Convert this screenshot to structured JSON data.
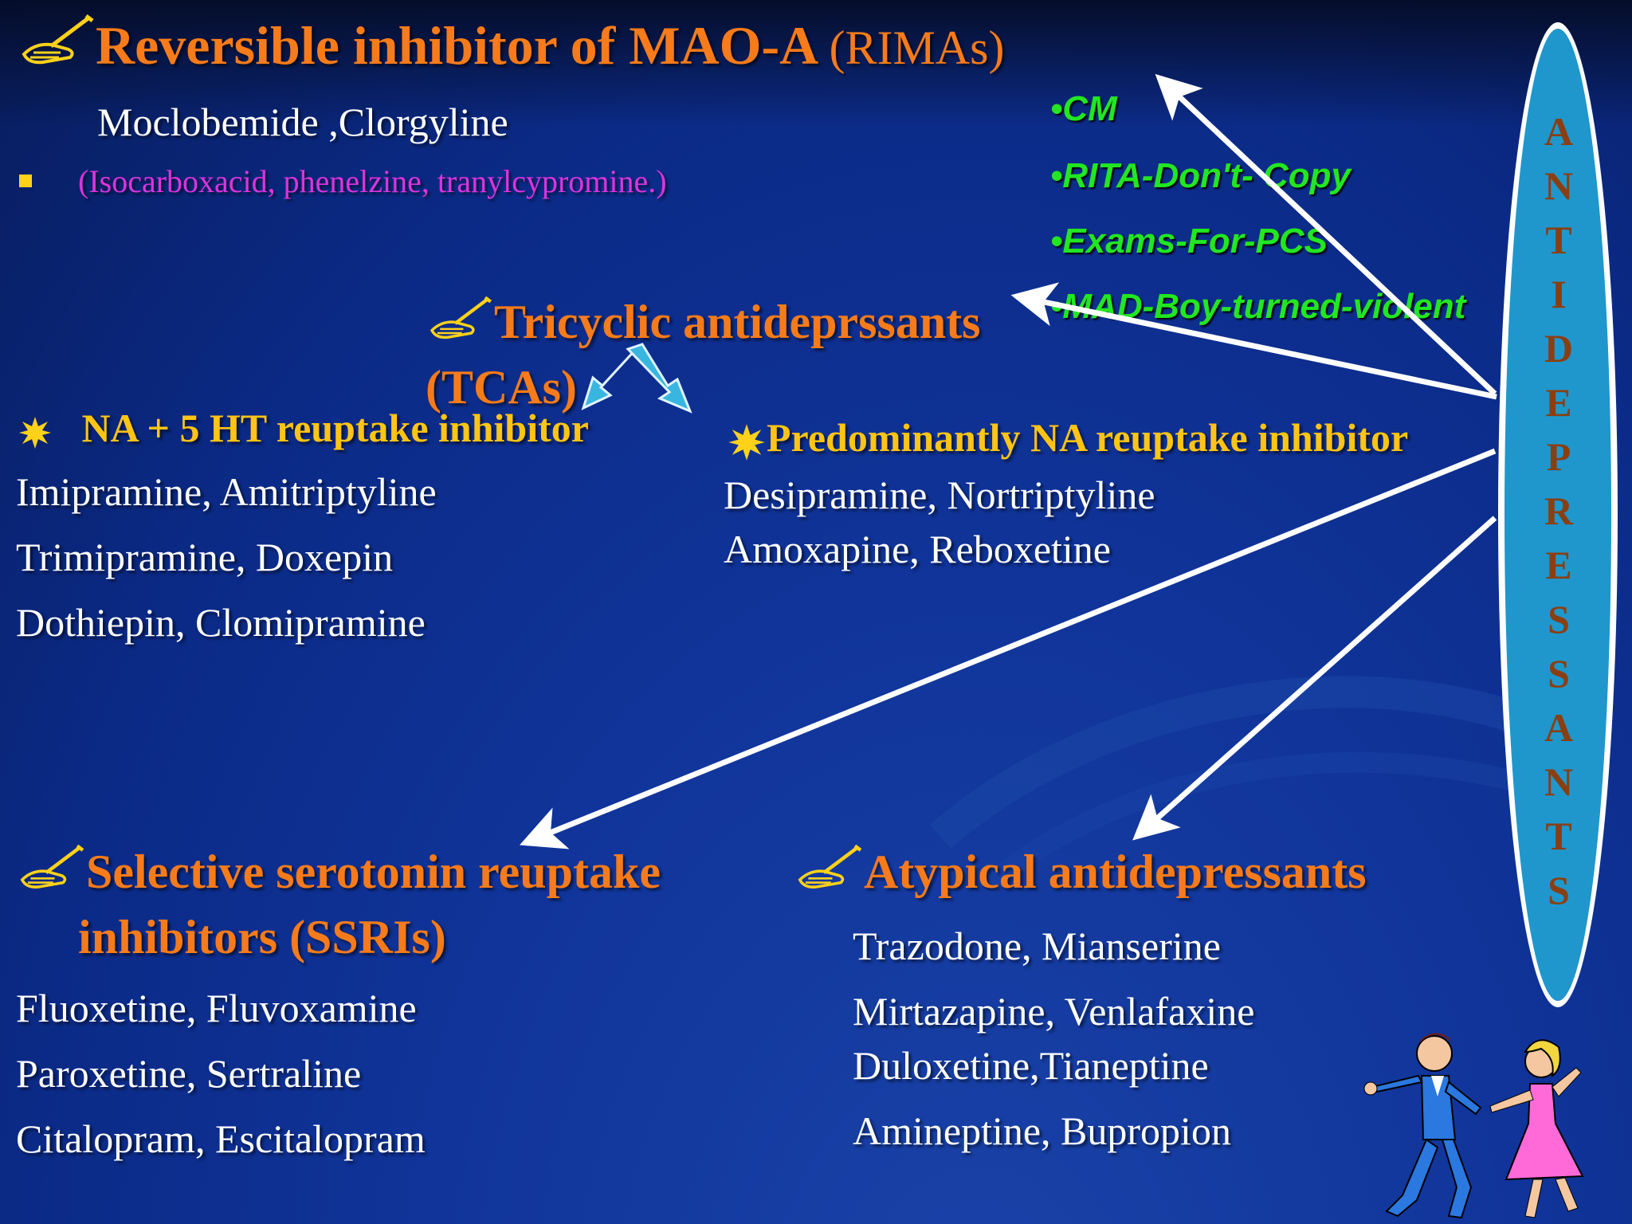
{
  "rimas": {
    "title_bold": "Reversible inhibitor of MAO-A",
    "title_paren": "(RIMAs)",
    "drugs": "Moclobemide ,Clorgyline",
    "mao_inhibitors": "(Isocarboxacid, phenelzine, tranylcypromine.)"
  },
  "mnemonic": [
    "•CM",
    "•RITA-Don't- Copy",
    "•Exams-For-PCS",
    "•MAD-Boy-turned-violent"
  ],
  "tcas": {
    "title_line1": "Tricyclic antideprssants",
    "title_line2": "(TCAs)",
    "left_heading": "NA + 5 HT reuptake  inhibitor",
    "left_drugs": [
      "Imipramine, Amitriptyline",
      "Trimipramine, Doxepin",
      "Dothiepin, Clomipramine"
    ],
    "right_heading": "Predominantly NA reuptake inhibitor",
    "right_drugs": [
      "Desipramine, Nortriptyline",
      "Amoxapine, Reboxetine"
    ]
  },
  "ssris": {
    "title_line1": "Selective serotonin reuptake",
    "title_line2": "inhibitors (SSRIs)",
    "drugs": [
      "Fluoxetine, Fluvoxamine",
      "Paroxetine, Sertraline",
      "Citalopram, Escitalopram"
    ]
  },
  "atypical": {
    "title": "Atypical antidepressants",
    "drugs": [
      "Trazodone, Mianserine",
      "Mirtazapine, Venlafaxine",
      "Duloxetine,Tianeptine",
      "Amineptine, Bupropion"
    ]
  },
  "vertical_label": [
    "A",
    "N",
    "T",
    "I",
    "D",
    "E",
    "P",
    "R",
    "E",
    "S",
    "S",
    "A",
    "N",
    "T",
    "S"
  ],
  "colors": {
    "heading": "#f77b1a",
    "subheading": "#ffc414",
    "mnemonic": "#22e622",
    "ellipse": "#1f97cc",
    "vertical_letters": "#8a3f12"
  },
  "icons": [
    "writing-hand-icon",
    "sunburst-star-icon",
    "dancing-couple-clipart"
  ]
}
